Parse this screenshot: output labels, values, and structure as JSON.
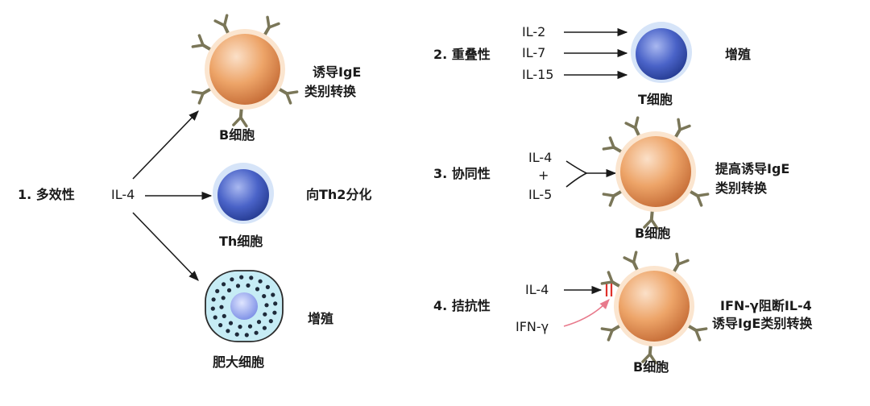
{
  "panels": {
    "pleiotropy": {
      "title": "1. 多效性",
      "source": "IL-4",
      "targets": [
        {
          "cell": "B细胞",
          "effect_line1": "诱导IgE",
          "effect_line2": "类别转换"
        },
        {
          "cell": "Th细胞",
          "effect_line1": "向Th2分化"
        },
        {
          "cell": "肥大细胞",
          "effect_line1": "增殖"
        }
      ]
    },
    "redundancy": {
      "title": "2. 重叠性",
      "inputs": [
        "IL-2",
        "IL-7",
        "IL-15"
      ],
      "cell": "T细胞",
      "effect": "增殖"
    },
    "synergy": {
      "title": "3. 协同性",
      "inputs": [
        "IL-4",
        "+",
        "IL-5"
      ],
      "cell": "B细胞",
      "effect_line1": "提高诱导IgE",
      "effect_line2": "类别转换"
    },
    "antagonism": {
      "title": "4. 拮抗性",
      "inputs": [
        "IL-4",
        "IFN-γ"
      ],
      "cell": "B细胞",
      "effect_line1": "IFN-γ阻断IL-4",
      "effect_line2": "诱导IgE类别转换"
    }
  },
  "colors": {
    "b_cell": "#e89a5c",
    "t_cell": "#3a55b8",
    "mast_cell": "#bfe7f2",
    "receptor": "#7a7658",
    "block_mark": "#e0302a",
    "ifn_arrow": "#e87a8c"
  }
}
